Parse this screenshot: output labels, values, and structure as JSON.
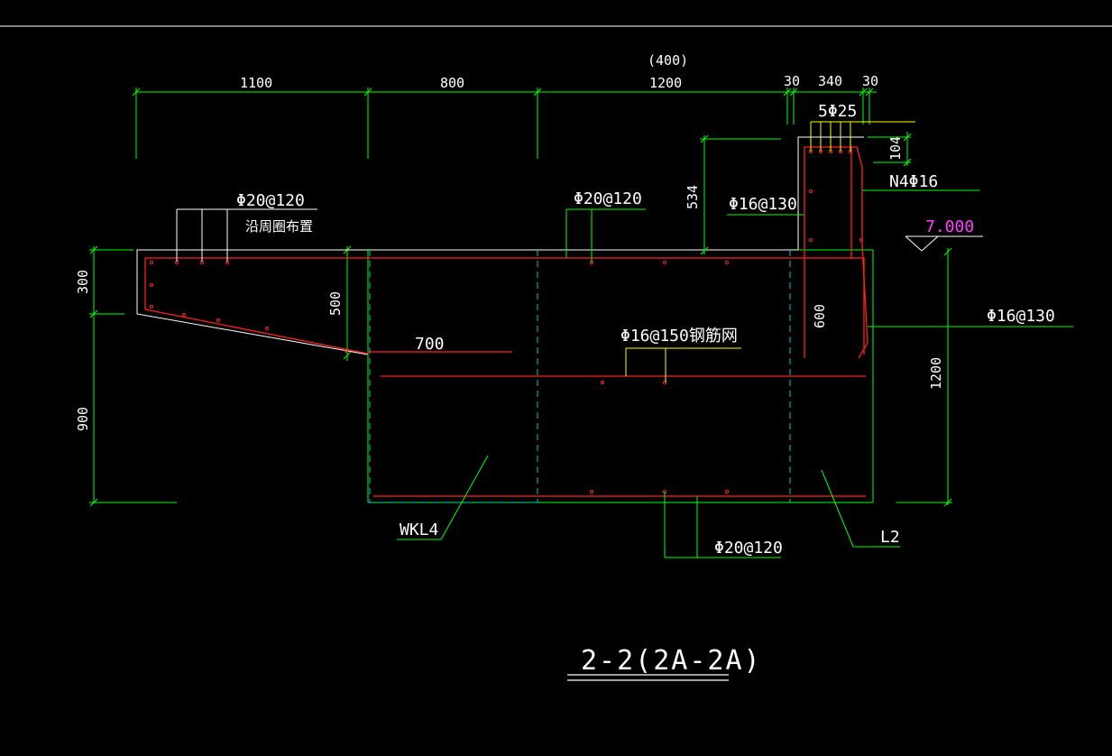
{
  "drawing": {
    "title": "2-2(2A-2A)",
    "top_dims": {
      "d1": "1100",
      "d2": "800",
      "d3": "1200",
      "d4": "30",
      "d5": "340",
      "d6": "30",
      "d_paren": "(400)"
    },
    "left_dims": {
      "upper": "300",
      "lower": "900"
    },
    "inner_dims": {
      "slab_thick": "500",
      "upstand_h": "534",
      "cover": "104",
      "wall_h": "600",
      "right_h": "1200"
    },
    "labels": {
      "rebar_left_top": "Φ20@120",
      "rebar_left_note": "沿周圈布置",
      "rebar_mid_top": "Φ20@120",
      "rebar_upstand_side": "Φ16@130",
      "rebar_upstand_top": "5Φ25",
      "rebar_upstand_n": "N4Φ16",
      "elevation": "7.000",
      "rebar_right": "Φ16@130",
      "rebar_mesh": "Φ16@150钢筋网",
      "dim_700": "700",
      "rebar_bottom": "Φ20@120",
      "beam_wkl": "WKL4",
      "beam_l2": "L2"
    }
  }
}
